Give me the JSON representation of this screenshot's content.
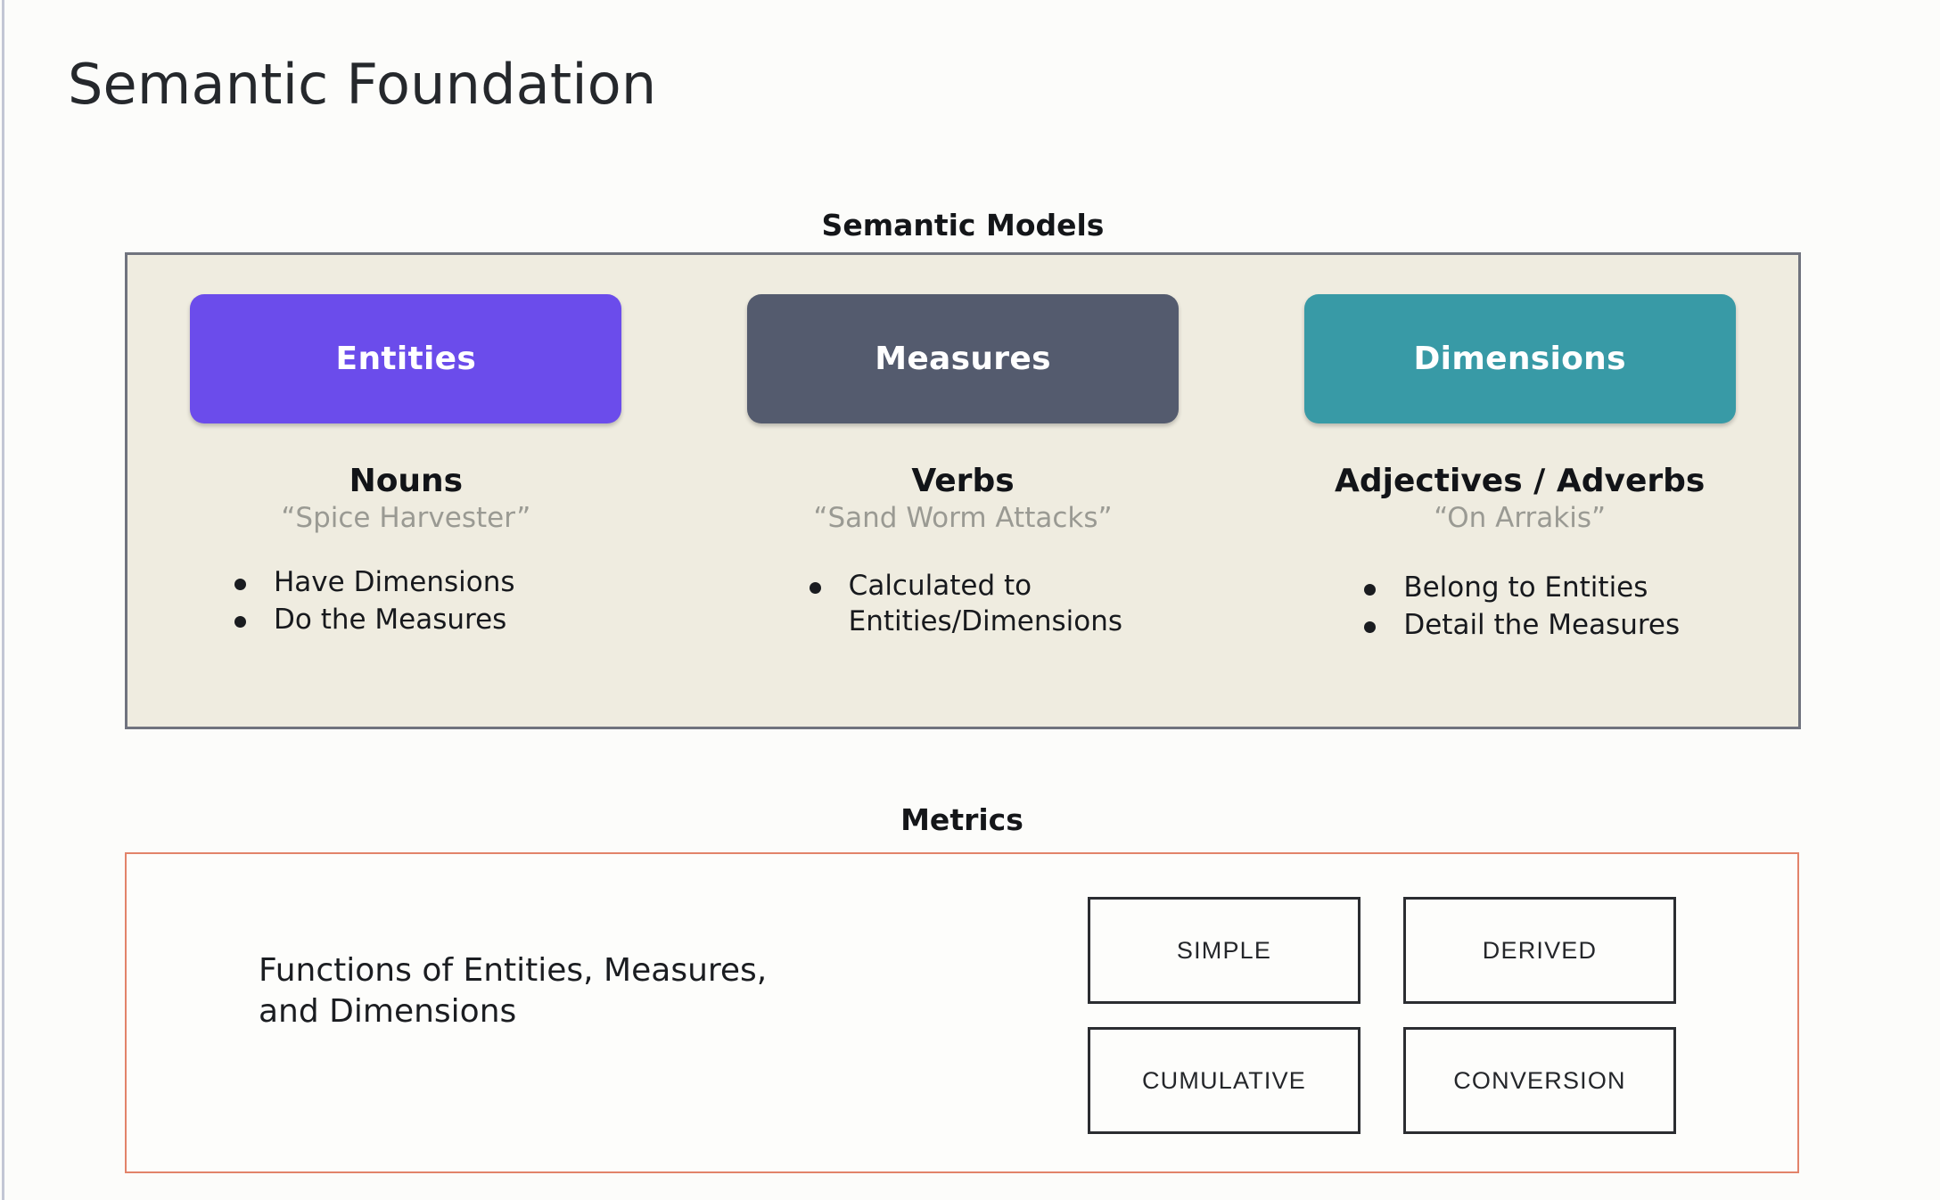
{
  "page": {
    "title": "Semantic Foundation"
  },
  "semantic_models": {
    "heading": "Semantic Models",
    "panel_bg": "#efece0",
    "panel_border": "#70737e",
    "columns": [
      {
        "chip_label": "Entities",
        "chip_color": "#6b4ceb",
        "part_of_speech": "Nouns",
        "example": "“Spice Harvester”",
        "bullets": [
          "Have Dimensions",
          "Do the Measures"
        ]
      },
      {
        "chip_label": "Measures",
        "chip_color": "#545b6e",
        "part_of_speech": "Verbs",
        "example": "“Sand Worm Attacks”",
        "bullets": [
          "Calculated to\nEntities/Dimensions"
        ]
      },
      {
        "chip_label": "Dimensions",
        "chip_color": "#389aa6",
        "part_of_speech": "Adjectives / Adverbs",
        "example": "“On Arrakis”",
        "bullets": [
          "Belong to Entities",
          "Detail the Measures"
        ]
      }
    ]
  },
  "metrics": {
    "heading": "Metrics",
    "panel_border": "#e2836a",
    "description": "Functions of Entities, Measures,\nand Dimensions",
    "types": [
      "SIMPLE",
      "DERIVED",
      "CUMULATIVE",
      "CONVERSION"
    ]
  }
}
